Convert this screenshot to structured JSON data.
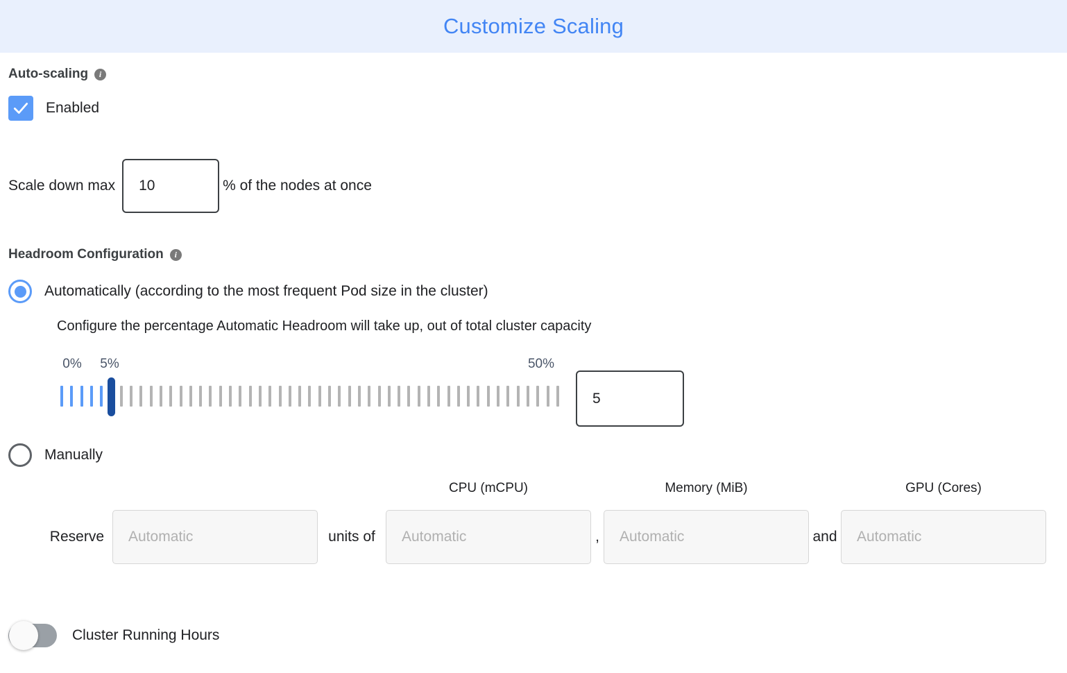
{
  "header": {
    "title": "Customize Scaling",
    "bg_color": "#e9f0fd",
    "title_color": "#4285f4"
  },
  "autoscaling": {
    "section_label": "Auto-scaling",
    "info_icon": "info-icon",
    "info_glyph": "i",
    "checkbox_label": "Enabled",
    "checkbox_checked": true,
    "accent_color": "#5b9bf8"
  },
  "scale_down": {
    "label": "Scale down max",
    "value": "10",
    "suffix": "% of the nodes at once"
  },
  "headroom": {
    "section_label": "Headroom Configuration",
    "info_glyph": "i",
    "option_automatic": {
      "label": "Automatically (according to the most frequent Pod size in the cluster)",
      "selected": true,
      "description": "Configure the percentage Automatic Headroom will take up, out of total cluster capacity"
    },
    "slider": {
      "min_label": "0%",
      "current_label": "5%",
      "max_label": "50%",
      "min": 0,
      "max": 50,
      "value": 5,
      "ticks": 51,
      "filled_color": "#5b9bf8",
      "empty_color": "#b4b4b4",
      "thumb_color": "#1a4e9e"
    },
    "slider_value": "5",
    "option_manual": {
      "label": "Manually",
      "selected": false
    }
  },
  "reserve": {
    "prefix_label": "Reserve",
    "units_label": "units of",
    "comma_label": ",",
    "and_label": "and",
    "columns": [
      {
        "header": "",
        "placeholder": "Automatic",
        "value": ""
      },
      {
        "header": "CPU (mCPU)",
        "placeholder": "Automatic",
        "value": ""
      },
      {
        "header": "Memory (MiB)",
        "placeholder": "Automatic",
        "value": ""
      },
      {
        "header": "GPU (Cores)",
        "placeholder": "Automatic",
        "value": ""
      }
    ]
  },
  "cluster_running_hours": {
    "label": "Cluster Running Hours",
    "enabled": false,
    "track_color": "#9aa0a6"
  }
}
